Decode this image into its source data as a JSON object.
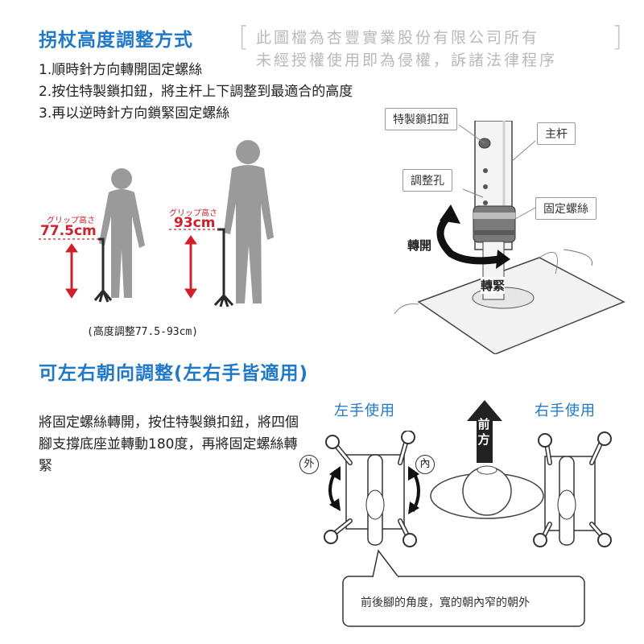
{
  "height_section": {
    "title": "拐杖高度調整方式",
    "steps": [
      "1.順時針方向轉開固定螺絲",
      "2.按住特製鎖扣鈕，將主杆上下調整到最適合的高度",
      "3.再以逆時針方向鎖緊固定螺絲"
    ]
  },
  "watermark": {
    "line1": "此圖檔為杏豐實業股份有限公司所有",
    "line2": "未經授權使用即為侵權，訴諸法律程序"
  },
  "figures": {
    "grip_label": "グリップ高さ",
    "short_height": "77.5cm",
    "tall_height": "93cm",
    "range_caption": "(高度調整77.5-93cm)"
  },
  "diagram_labels": {
    "lock_button": "特製鎖扣鈕",
    "main_pole": "主杆",
    "adjust_hole": "調整孔",
    "fixing_screw": "固定螺絲",
    "loosen": "轉開",
    "tighten": "轉緊"
  },
  "direction_section": {
    "title": "可左右朝向調整(左右手皆適用)",
    "paragraph": "將固定螺絲轉開，按住特製鎖扣鈕，將四個腳支撐底座並轉動180度，再將固定螺絲轉緊",
    "left_hand": "左手使用",
    "right_hand": "右手使用",
    "front": "前方",
    "outer": "外",
    "inner": "內",
    "note": "前後腳的角度，寬的朝內窄的朝外"
  },
  "colors": {
    "title_blue": "#1f78c8",
    "red": "#d11f2b",
    "figure_gray": "#9a9a9a"
  }
}
